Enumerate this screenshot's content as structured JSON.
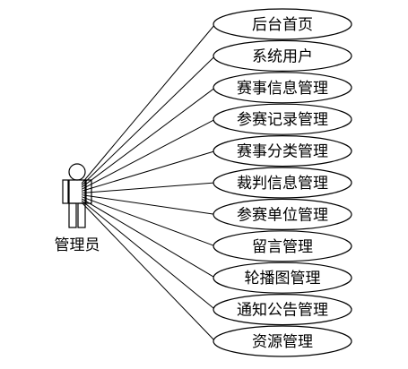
{
  "actor": {
    "label": "管理员"
  },
  "use_cases": [
    {
      "label": "后台首页"
    },
    {
      "label": "系统用户"
    },
    {
      "label": "赛事信息管理"
    },
    {
      "label": "参赛记录管理"
    },
    {
      "label": "赛事分类管理"
    },
    {
      "label": "裁判信息管理"
    },
    {
      "label": "参赛单位管理"
    },
    {
      "label": "留言管理"
    },
    {
      "label": "轮播图管理"
    },
    {
      "label": "通知公告管理"
    },
    {
      "label": "资源管理"
    }
  ],
  "colors": {
    "stroke": "#000000",
    "background": "#ffffff"
  }
}
